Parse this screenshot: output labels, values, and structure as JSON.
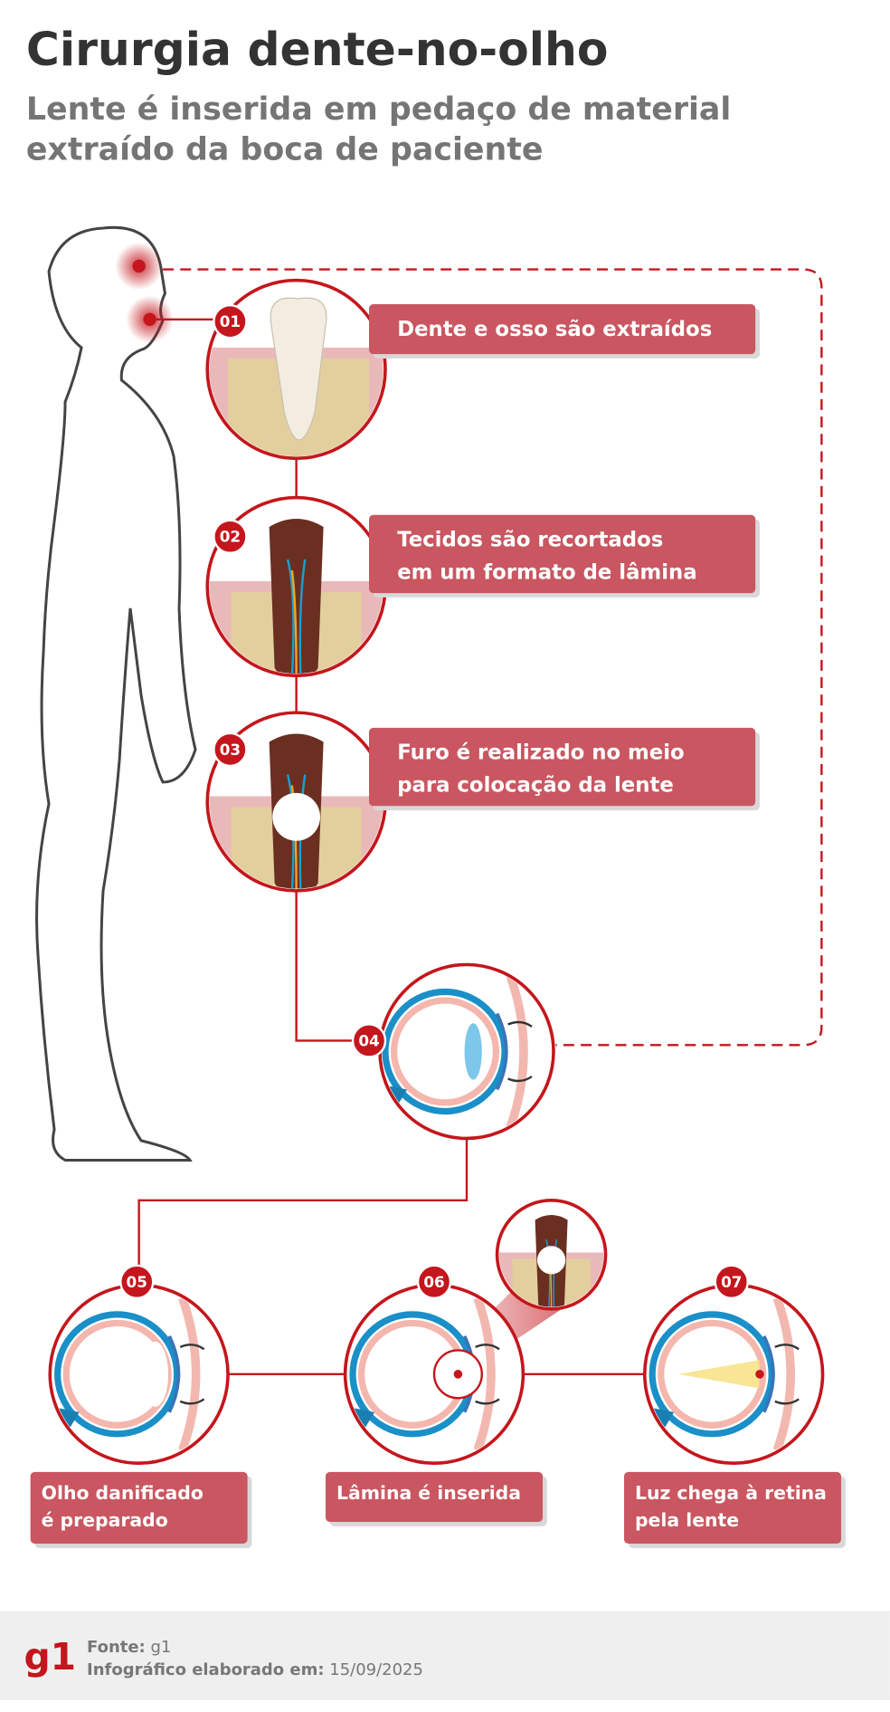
{
  "title": "Cirurgia dente-no-olho",
  "subtitle": [
    "Lente é inserida em pedaço de material",
    "extraído da boca de paciente"
  ],
  "steps": [
    {
      "number": "01",
      "lines": [
        "Dente e osso são extraídos"
      ]
    },
    {
      "number": "02",
      "lines": [
        "Tecidos são recortados",
        "em um formato de lâmina"
      ]
    },
    {
      "number": "03",
      "lines": [
        "Furo é realizado no meio",
        "para colocação da lente"
      ]
    },
    {
      "number": "04",
      "lines": []
    },
    {
      "number": "05",
      "lines": [
        "Olho danificado",
        "é preparado"
      ]
    },
    {
      "number": "06",
      "lines": [
        "Lâmina é inserida"
      ]
    },
    {
      "number": "07",
      "lines": [
        "Luz chega à retina",
        "pela lente"
      ]
    }
  ],
  "footer": {
    "logo": "g1",
    "source_label": "Fonte:",
    "source_value": "g1",
    "date_label": "Infográfico elaborado em:",
    "date_value": "15/09/2025"
  },
  "colors": {
    "accent": "#c4161c",
    "label_bg": "#c95660",
    "title": "#333333",
    "subtitle": "#757575",
    "footer_bg": "#efefef"
  }
}
